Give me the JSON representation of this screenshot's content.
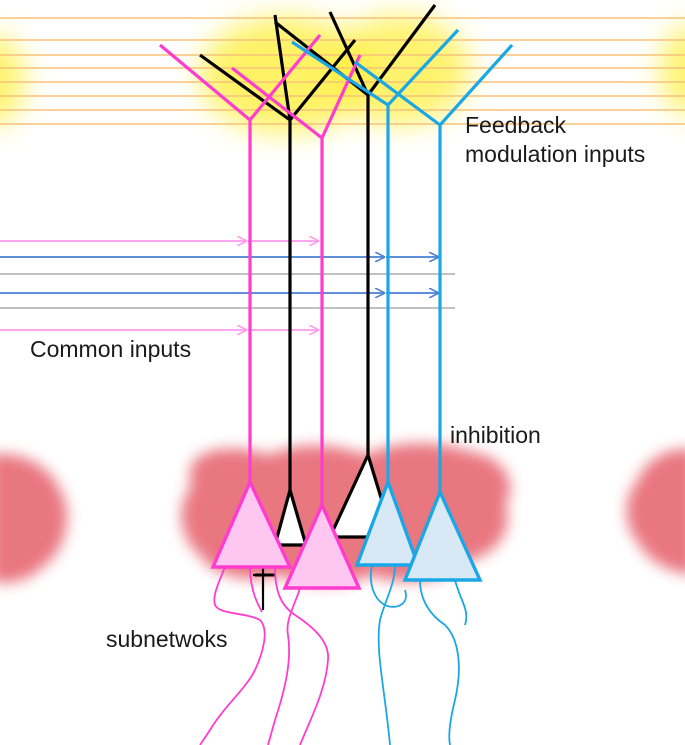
{
  "labels": {
    "feedback_line1": "Feedback",
    "feedback_line2": "modulation  inputs",
    "common_inputs": "Common inputs",
    "inhibition": "inhibition",
    "subnetworks": "subnetwoks"
  },
  "colors": {
    "magenta": "#ff3ccf",
    "magenta_light": "#ffc6f2",
    "black": "#000000",
    "cyan": "#1aa7e6",
    "cyan_light": "#d9e8f5",
    "orange_lines": "#f7c27a",
    "yellow_glow": "#ffee33",
    "red_blob": "#e8707a",
    "pink_arrow": "#ff99ee",
    "blue_arrow": "#4a7fd4",
    "gray_line": "#b8b8b8"
  }
}
